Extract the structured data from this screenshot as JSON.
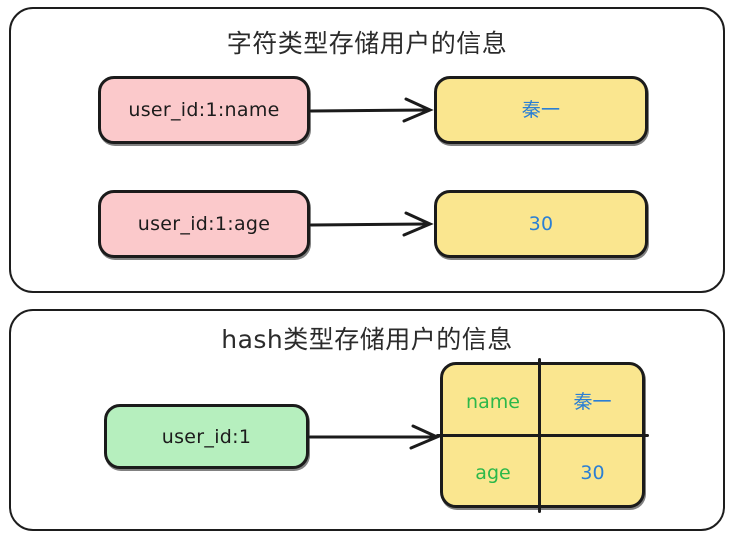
{
  "diagram": {
    "panels": [
      {
        "id": "string-type",
        "title": "字符类型存储用户的信息",
        "pairs": [
          {
            "key": "user_id:1:name",
            "value": "秦一"
          },
          {
            "key": "user_id:1:age",
            "value": "30"
          }
        ]
      },
      {
        "id": "hash-type",
        "title": "hash类型存储用户的信息",
        "key": "user_id:1",
        "fields": [
          {
            "name": "name",
            "value": "秦一"
          },
          {
            "name": "age",
            "value": "30"
          }
        ]
      }
    ],
    "colors": {
      "key_box_fill": "#fbc9cb",
      "value_box_fill": "#fae68f",
      "hash_key_box_fill": "#b6efbe",
      "stroke": "#1b1b1b",
      "value_text": "#2b7fd4",
      "field_name_text": "#2cb84a",
      "key_text": "#1c1c1c",
      "title_text": "#2b2b2b",
      "background": "#ffffff"
    }
  }
}
